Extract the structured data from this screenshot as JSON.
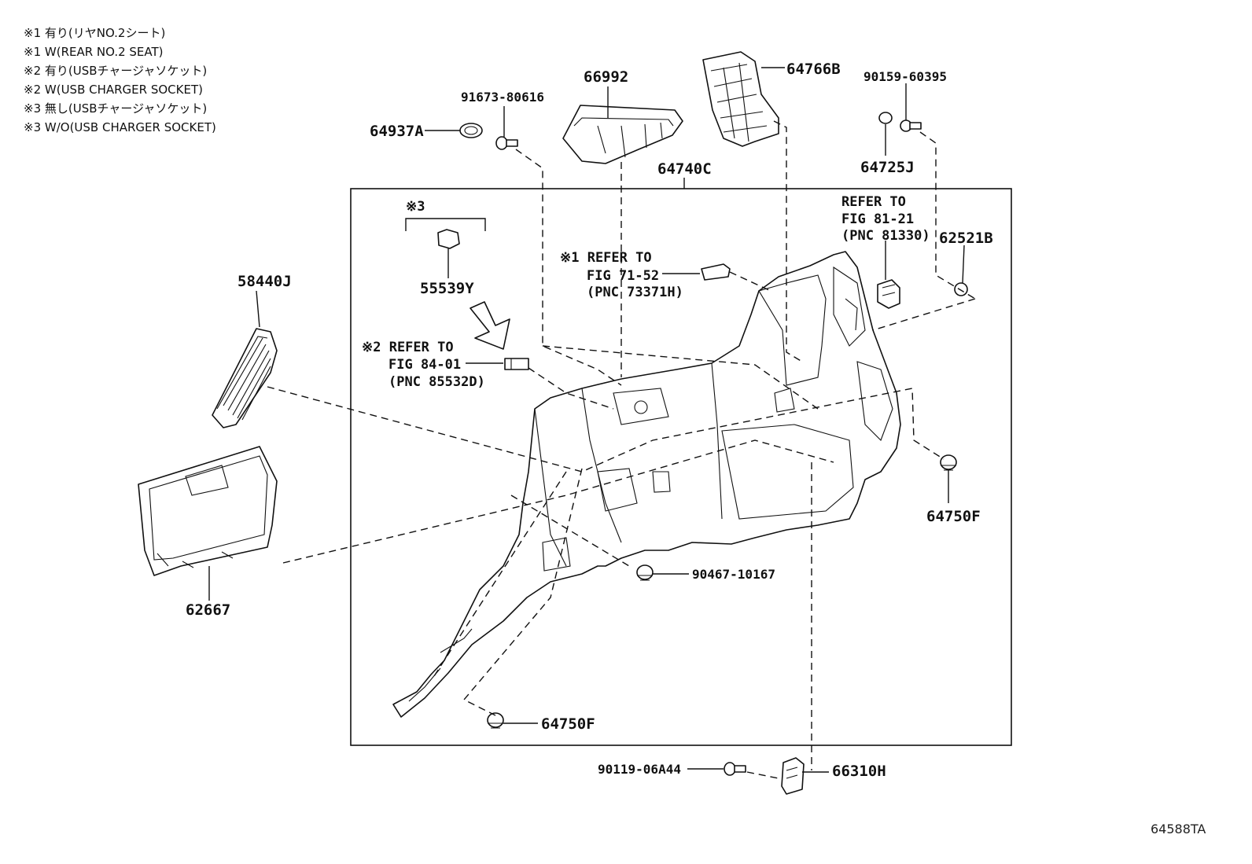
{
  "notes": [
    "※1 有り(リヤNO.2シート)",
    "※1 W(REAR NO.2 SEAT)",
    "※2 有り(USBチャージャソケット)",
    "※2 W(USB CHARGER SOCKET)",
    "※3 無し(USBチャージャソケット)",
    "※3 W/O(USB CHARGER SOCKET)"
  ],
  "parts": {
    "p66992": "66992",
    "p64766B": "64766B",
    "p90159_60395": "90159-60395",
    "p91673_80616": "91673-80616",
    "p64937A": "64937A",
    "p64725J": "64725J",
    "p64740C": "64740C",
    "p62521B": "62521B",
    "p55539Y": "55539Y",
    "p58440J": "58440J",
    "p62667": "62667",
    "p64750F_right": "64750F",
    "p90467_10167": "90467-10167",
    "p64750F_bottom": "64750F",
    "p90119_06A44": "90119-06A44",
    "p66310H": "66310H"
  },
  "marks": {
    "mark3": "※3"
  },
  "refs": {
    "ref1": [
      "※1 REFER TO",
      "FIG 71-52",
      "(PNC 73371H)"
    ],
    "ref2": [
      "※2 REFER TO",
      "FIG 84-01",
      "(PNC 85532D)"
    ],
    "ref_81": [
      "REFER TO",
      "FIG 81-21",
      "(PNC 81330)"
    ]
  },
  "figure_code": "64588TA"
}
